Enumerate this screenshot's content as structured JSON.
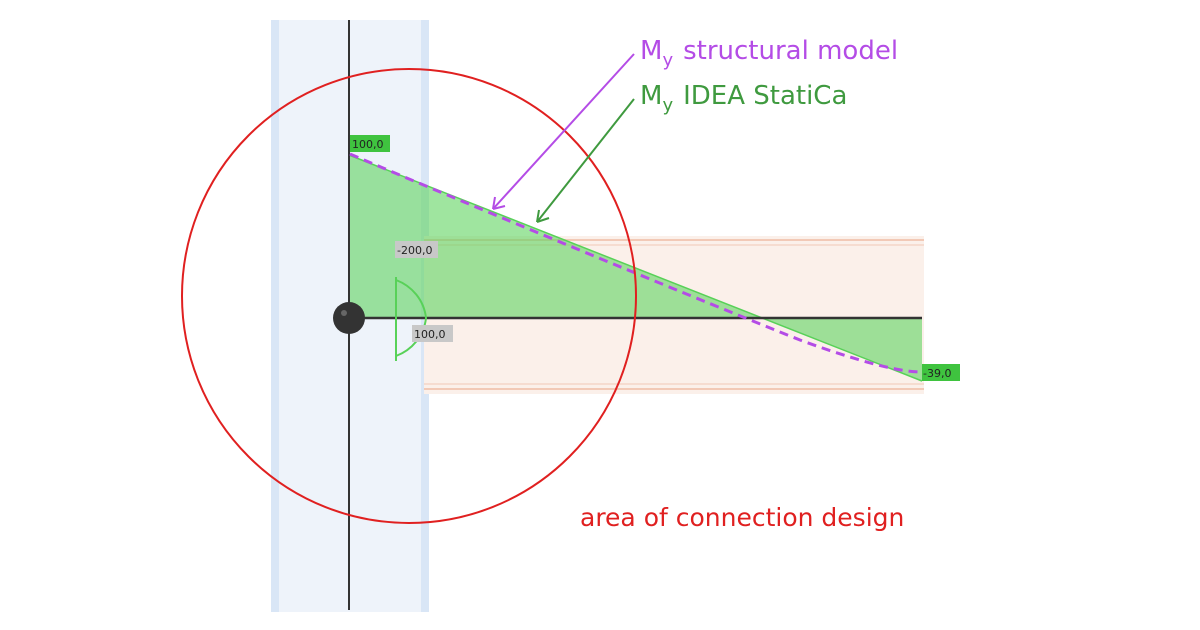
{
  "colors": {
    "column_fill": "#eef3fa",
    "column_edge": "#d9e6f6",
    "beam_fill": "#fbf0ea",
    "beam_edge": "#f2c9b6",
    "member_line": "#333333",
    "node": "#333333",
    "moment_fill": "#5fd35f",
    "moment_edge": "#58d158",
    "model_line": "#b44ce6",
    "model_label": "#b44ce6",
    "idea_arrow": "#3f9a3f",
    "idea_label": "#3f9a3f",
    "circle": "#e02020",
    "circle_caption": "#e02020",
    "label_green_bg": "#3fc33f",
    "label_grey_bg": "#c8c8c8",
    "label_text": "#222222"
  },
  "labels": {
    "moment_top": "100,0",
    "moment_end": "-39,0",
    "section_height": "-200,0",
    "section_width": "100,0"
  },
  "legend": {
    "model": {
      "symbol": "M",
      "subscript": "y",
      "text": "structural model"
    },
    "idea": {
      "symbol": "M",
      "subscript": "y",
      "text": "IDEA StatiCa"
    }
  },
  "caption": {
    "text": "area of connection design"
  },
  "icons": {
    "node": "hinge-node-icon",
    "section": "section-angle-icon"
  }
}
